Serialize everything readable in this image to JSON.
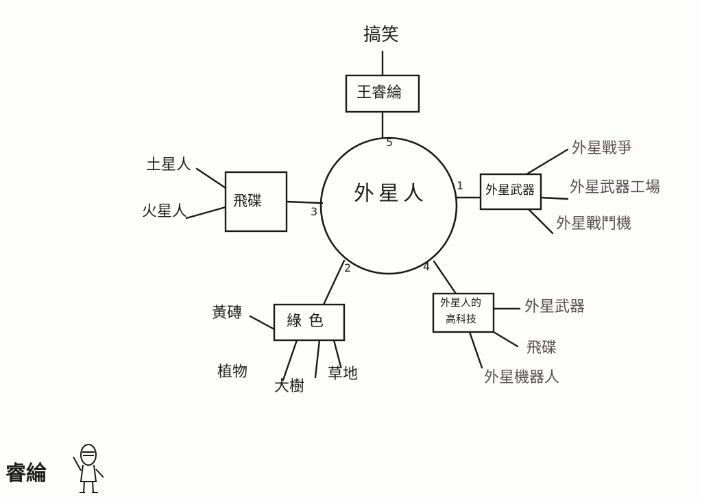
{
  "center": {
    "label": "外星人"
  },
  "branches": [
    {
      "number": "5",
      "label": "王睿綸",
      "leaves": [
        "搞笑"
      ]
    },
    {
      "number": "1",
      "label": "外星武器",
      "leaves": [
        "外星戰爭",
        "外星武器工場",
        "外星戰鬥機"
      ]
    },
    {
      "number": "3",
      "label": "飛碟",
      "leaves": [
        "土星人",
        "火星人"
      ]
    },
    {
      "number": "2",
      "label": "綠色",
      "leaves": [
        "黃磚",
        "植物",
        "大樹",
        "草地"
      ]
    },
    {
      "number": "4",
      "label_line1": "外星人的",
      "label_line2": "高科技",
      "leaves": [
        "外星武器",
        "飛碟",
        "外星機器人"
      ]
    }
  ],
  "signature": "睿綸"
}
